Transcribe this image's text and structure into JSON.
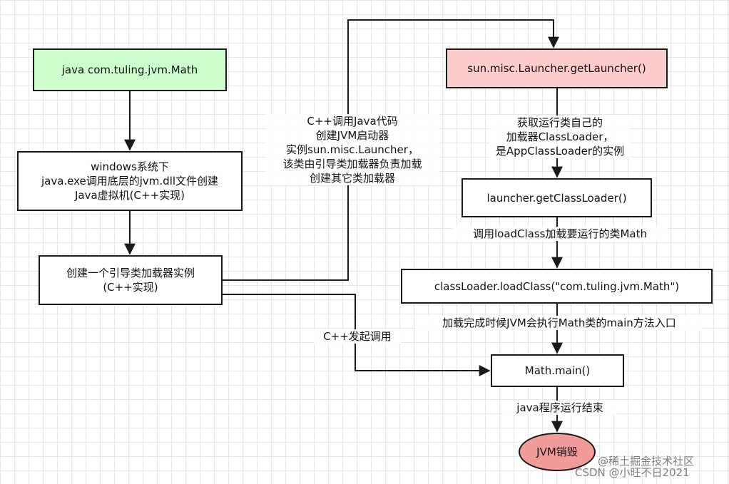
{
  "colors": {
    "start_fill": "#ccffcc",
    "launcher_fill": "#ffcccc",
    "end_fill": "#f19c99",
    "edge": "#1a1a1a"
  },
  "nodes": {
    "java_cmd": "java com.tuling.jvm.Math",
    "create_jvm": "windows系统下\njava.exe调用底层的jvm.dll文件创建\nJava虚拟机(C++实现)",
    "bootstrap_loader": "创建一个引导类加载器实例\n(C++实现)",
    "get_launcher": "sun.misc.Launcher.getLauncher()",
    "get_class_loader": "launcher.getClassLoader()",
    "load_class": "classLoader.loadClass(\"com.tuling.jvm.Math\")",
    "math_main": "Math.main()",
    "jvm_destroy": "JVM销毁"
  },
  "edge_labels": {
    "cpp_calls_java": "C++调用Java代码\n创建JVM启动器\n实例sun.misc.Launcher，\n该类由引导类加载器负责加载\n创建其它类加载器",
    "get_app_loader": "获取运行类自己的\n加载器ClassLoader，\n是AppClassLoader的实例",
    "call_load_class": "调用loadClass加载要运行的类Math",
    "load_done": "加载完成时候JVM会执行Math类的main方法入口",
    "cpp_invoke": "C++发起调用",
    "program_end": "java程序运行结束"
  },
  "watermarks": {
    "juejin": "@稀土掘金技术社区",
    "csdn": "CSDN @小旺不日2021"
  }
}
